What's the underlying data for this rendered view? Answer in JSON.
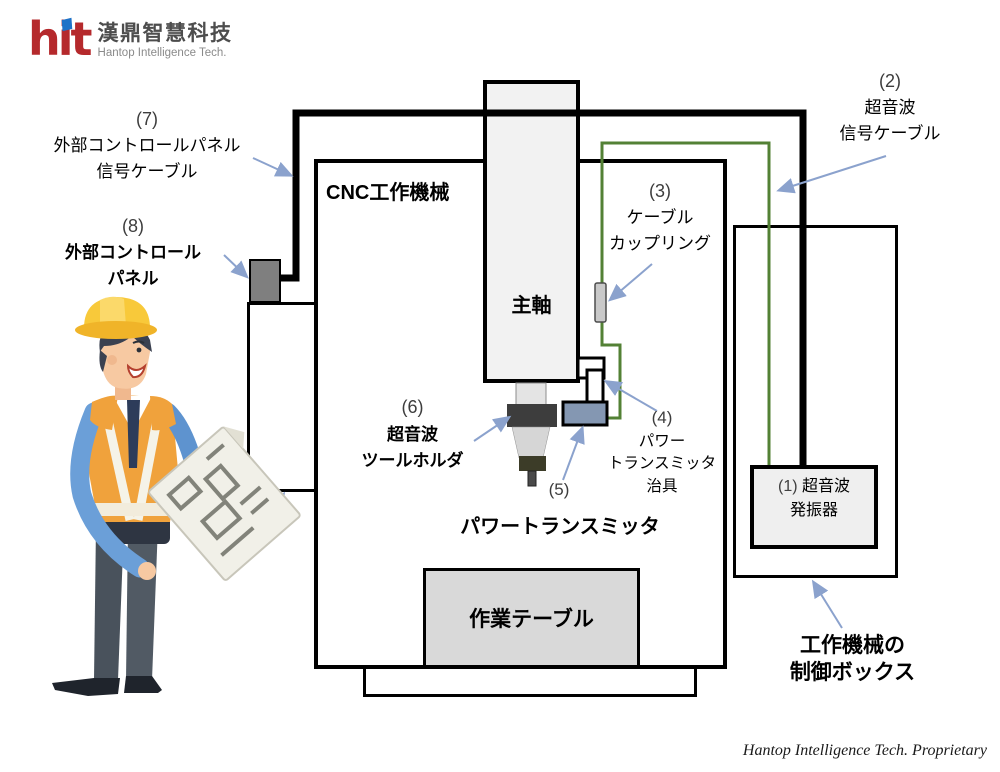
{
  "logo": {
    "wordmark": "hit",
    "company_zh": "漢鼎智慧科技",
    "company_en": "Hantop Intelligence Tech."
  },
  "machine": {
    "frame_label": "CNC工作機械",
    "spindle_label": "主軸",
    "table_label": "作業テーブル"
  },
  "oscillator": {
    "num": "(1)",
    "line1": "超音波",
    "line2": "発振器"
  },
  "callouts": {
    "c2": {
      "num": "(2)",
      "line1": "超音波",
      "line2": "信号ケーブル"
    },
    "c3": {
      "num": "(3)",
      "line1": "ケーブル",
      "line2": "カップリング"
    },
    "c4": {
      "num": "(4)",
      "line1": "パワー",
      "line2": "トランスミッタ",
      "line3": "治具"
    },
    "c5": {
      "num": "(5)",
      "line1": "パワートランスミッタ"
    },
    "c6": {
      "num": "(6)",
      "line1": "超音波",
      "line2": "ツールホルダ"
    },
    "c7": {
      "num": "(7)",
      "line1": "外部コントロールパネル",
      "line2": "信号ケーブル"
    },
    "c8": {
      "num": "(8)",
      "line1": "外部コントロール",
      "line2": "パネル"
    },
    "control_box": {
      "line1": "工作機械の",
      "line2": "制御ボックス"
    }
  },
  "footer": {
    "proprietary": "Hantop Intelligence Tech. Proprietary"
  },
  "colors": {
    "cable_black": "#000000",
    "signal_cable_green": "#538135",
    "arrow_blue": "#8ba2cd",
    "table_gray": "#d9d9d9",
    "spindle_gray": "#f2f2f2",
    "panel_gray": "#7f7f7f",
    "transmitter_blue": "#8497b2",
    "logo_red": "#b5292c",
    "logo_blue": "#1e72c8",
    "hardhat_yellow": "#f5c22e",
    "vest_orange": "#f0a23c"
  }
}
